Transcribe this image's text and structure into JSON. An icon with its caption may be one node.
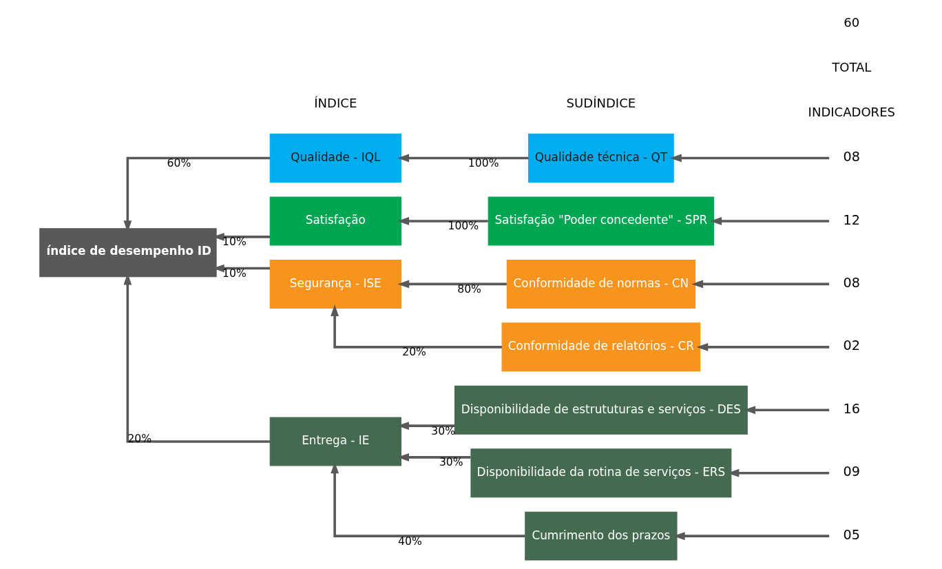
{
  "diagram": {
    "nodes": [
      {
        "text": [
          "índice de desempenho ID"
        ]
      },
      {
        "text": [
          "Qualidade - IQL"
        ]
      },
      {
        "text": [
          "Satisfação"
        ]
      },
      {
        "text": [
          "Segurança - ISE"
        ]
      },
      {
        "text": [
          "Entrega - IE"
        ]
      },
      {
        "text": [
          "Qualidade técnica - QT"
        ]
      },
      {
        "text": [
          "Satisfação \"Poder concedente\" - SPR"
        ]
      },
      {
        "text": [
          "Conformidade de normas - CN"
        ]
      },
      {
        "text": [
          "Conformidade de relatórios - CR"
        ]
      },
      {
        "text": [
          "Disponibilidade de estrututuras e serviços - DES"
        ]
      },
      {
        "text": [
          "Disponibilidade da rotina de serviços - ERS"
        ]
      },
      {
        "text": [
          "Cumrimento dos prazos"
        ]
      },
      {
        "text": [
          "08"
        ]
      },
      {
        "text": [
          "12"
        ]
      },
      {
        "text": [
          "08"
        ]
      },
      {
        "text": [
          "02"
        ]
      },
      {
        "text": [
          "16"
        ]
      },
      {
        "text": [
          "09"
        ]
      },
      {
        "text": [
          "05"
        ]
      }
    ],
    "edges": [
      {
        "from": 1,
        "to": 0,
        "arrow": "to",
        "label": "60%"
      },
      {
        "from": 2,
        "to": 0,
        "arrow": "to",
        "label": "10%"
      },
      {
        "from": 3,
        "to": 0,
        "arrow": "to",
        "label": "10%"
      },
      {
        "from": 4,
        "to": 0,
        "arrow": "to",
        "label": "20%"
      },
      {
        "from": 5,
        "to": 1,
        "arrow": "to",
        "label": "100%"
      },
      {
        "from": 6,
        "to": 2,
        "arrow": "to",
        "label": "100%"
      },
      {
        "from": 7,
        "to": 3,
        "arrow": "to",
        "label": "80%"
      },
      {
        "from": 8,
        "to": 3,
        "arrow": "to",
        "label": "20%"
      },
      {
        "from": 9,
        "to": 4,
        "arrow": "to",
        "label": "30%"
      },
      {
        "from": 10,
        "to": 4,
        "arrow": "to",
        "label": "30%"
      },
      {
        "from": 11,
        "to": 4,
        "arrow": "to",
        "label": "40%"
      },
      {
        "from": 12,
        "to": 5,
        "arrow": "to"
      },
      {
        "from": 13,
        "to": 6,
        "arrow": "to"
      },
      {
        "from": 14,
        "to": 7,
        "arrow": "to"
      },
      {
        "from": 15,
        "to": 8,
        "arrow": "to"
      },
      {
        "from": 16,
        "to": 9,
        "arrow": "to"
      },
      {
        "from": 17,
        "to": 10,
        "arrow": "to"
      },
      {
        "from": 18,
        "to": 11,
        "arrow": "to"
      }
    ],
    "labels": [
      "ÍNDICE",
      "SUDÍNDICE",
      "INDICADORES",
      "TOTAL",
      "60"
    ]
  }
}
